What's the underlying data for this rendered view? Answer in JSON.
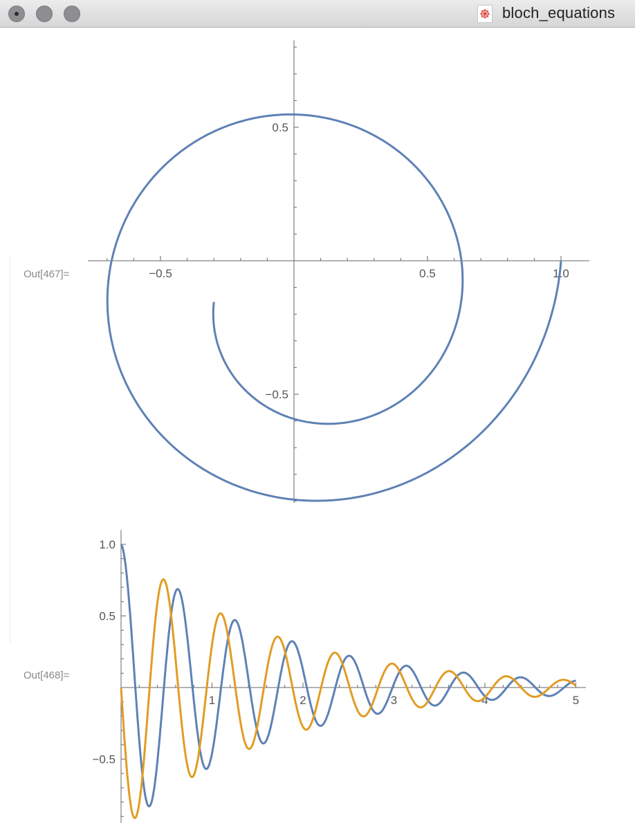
{
  "window": {
    "title": "bloch_equations",
    "doc_icon": "mathematica-notebook-icon",
    "buttons": [
      "close",
      "minimize",
      "zoom"
    ]
  },
  "outputs": [
    {
      "label": "Out[467]="
    },
    {
      "label": "Out[468]="
    }
  ],
  "colors": {
    "series1": "#5E81B5",
    "series2": "#E19C24",
    "axis": "#666666",
    "label": "#8a8a8a"
  },
  "chart_data": [
    {
      "type": "line",
      "kind": "parametric",
      "x_ticks": [
        -0.5,
        0.5,
        1.0
      ],
      "y_ticks": [
        0.5,
        -0.5
      ],
      "x_tick_labels": [
        "−0.5",
        "0.5",
        "1.0"
      ],
      "y_tick_labels": [
        "0.5",
        "−0.5"
      ],
      "xlim": [
        -0.72,
        1.08
      ],
      "ylim": [
        -0.92,
        0.8
      ],
      "params": {
        "gamma": 0.6,
        "omega": 6.283,
        "t_end": 1.5
      },
      "series": [
        {
          "color": "#5E81B5"
        }
      ]
    },
    {
      "type": "line",
      "x_ticks": [
        1,
        2,
        3,
        4,
        5
      ],
      "y_ticks": [
        1.0,
        0.5,
        -0.5
      ],
      "x_tick_labels": [
        "1",
        "2",
        "3",
        "4",
        "5"
      ],
      "y_tick_labels": [
        "1.0",
        "0.5",
        "−0.5"
      ],
      "xlim": [
        0,
        5.05
      ],
      "ylim": [
        -0.92,
        1.1
      ],
      "params": {
        "gamma": 0.6,
        "omega": 10.0
      },
      "series": [
        {
          "color": "#5E81B5",
          "func": "exp(-gamma t) cos(omega t)",
          "x_range": [
            0,
            5
          ]
        },
        {
          "color": "#E19C24",
          "func": "-exp(-gamma t) sin(omega t)",
          "x_range": [
            0,
            5
          ]
        }
      ]
    }
  ]
}
